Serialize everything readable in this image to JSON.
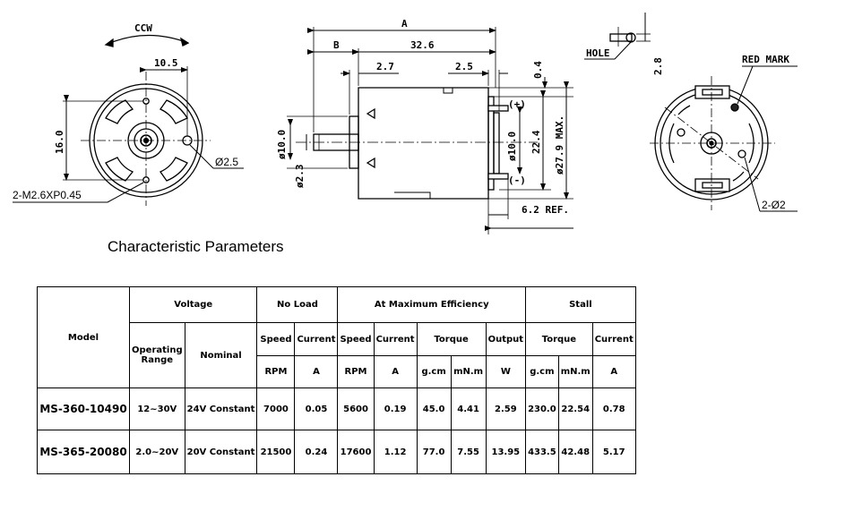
{
  "drawing": {
    "left_view": {
      "rotation_label": "CCW",
      "dim_horizontal": "10.5",
      "dim_vertical": "16.0",
      "hole_label": "Ø2.5",
      "thread_label": "2-M2.6XP0.45"
    },
    "side_view": {
      "dim_total": "A",
      "dim_shaft": "B",
      "dim_body": "32.6",
      "dim_2_7": "2.7",
      "dim_2_5": "2.5",
      "dim_0_4": "0.4",
      "dim_shaft_diameter": "ø10.0",
      "dim_shaft_small": "ø2.3",
      "dim_boss": "ø10.0",
      "dim_22_4": "22.4",
      "dim_max": "ø27.9 MAX.",
      "terminal_plus": "(+)",
      "terminal_minus": "(-)",
      "dim_ref": "6.2 REF."
    },
    "right_view": {
      "hole_label": "HOLE",
      "dim_2_8": "2.8",
      "red_mark_label": "RED MARK",
      "holes_label": "2-Ø2"
    }
  },
  "section_title": "Characteristic Parameters",
  "table": {
    "header": {
      "model": "Model",
      "voltage": "Voltage",
      "no_load": "No Load",
      "max_eff": "At Maximum Efficiency",
      "stall": "Stall",
      "operating_range_1": "Operating",
      "operating_range_2": "Range",
      "nominal": "Nominal",
      "speed": "Speed",
      "current": "Current",
      "torque": "Torque",
      "output": "Output",
      "rpm": "RPM",
      "amp": "A",
      "gcm": "g.cm",
      "mnm": "mN.m",
      "watt": "W"
    },
    "rows": [
      {
        "model": "MS-360-10490",
        "operating": "12~30V",
        "nominal": "24V Constant",
        "nl_speed": "7000",
        "nl_current": "0.05",
        "me_speed": "5600",
        "me_current": "0.19",
        "me_torque_gcm": "45.0",
        "me_torque_mnm": "4.41",
        "me_output": "2.59",
        "st_torque_gcm": "230.0",
        "st_torque_mnm": "22.54",
        "st_current": "0.78"
      },
      {
        "model": "MS-365-20080",
        "operating": "2.0~20V",
        "nominal": "20V Constant",
        "nl_speed": "21500",
        "nl_current": "0.24",
        "me_speed": "17600",
        "me_current": "1.12",
        "me_torque_gcm": "77.0",
        "me_torque_mnm": "7.55",
        "me_output": "13.95",
        "st_torque_gcm": "433.5",
        "st_torque_mnm": "42.48",
        "st_current": "5.17"
      }
    ]
  }
}
